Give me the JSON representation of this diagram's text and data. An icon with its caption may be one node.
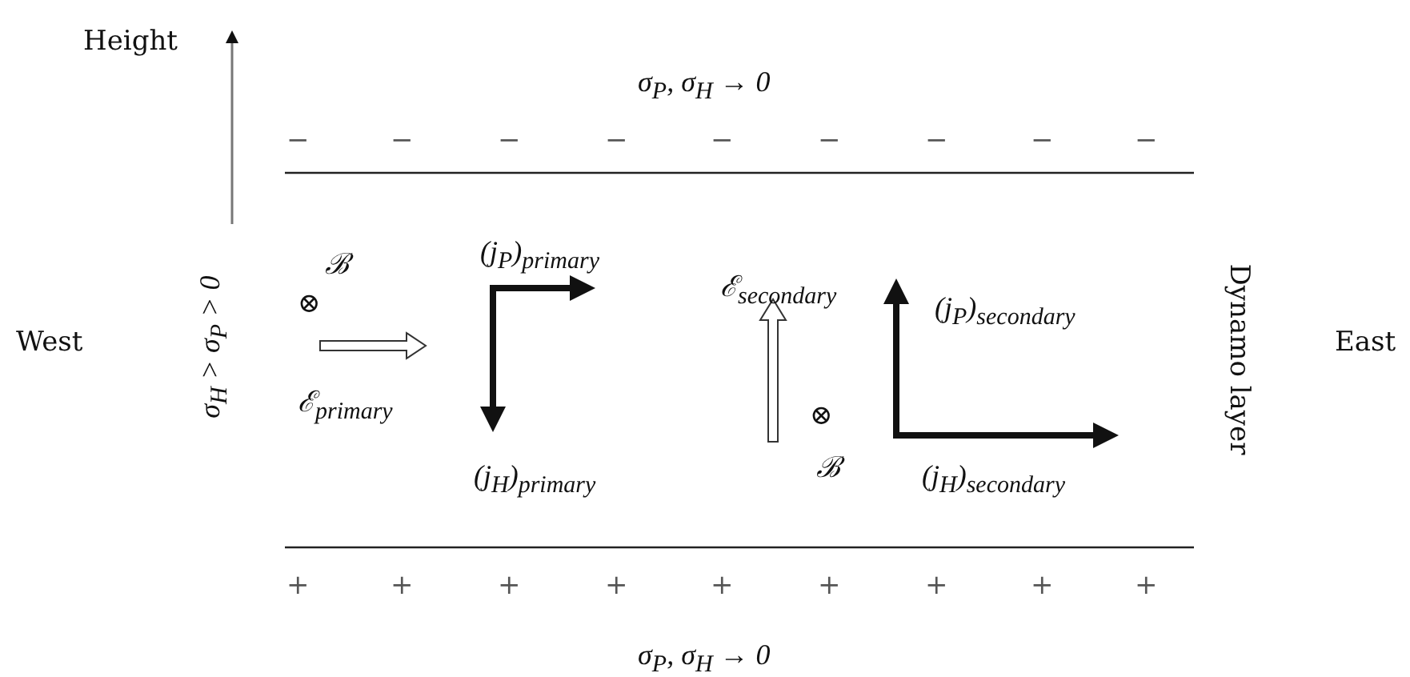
{
  "diagram": {
    "labels": [
      "Height",
      "σ$_{P}$, σ$_{H}$ → 0",
      "−",
      "−",
      "−",
      "−",
      "−",
      "−",
      "−",
      "−",
      "−",
      "σ$_{H}$ > σ$_{P}$ > 0",
      "ℬ",
      "⊗",
      "(j$_{P}$)$_{primary}$",
      "ℰ$_{secondary}$",
      "West",
      "(j$_{P}$)$_{secondary}$",
      "Dynamo layer",
      "East",
      "ℰ$_{primary}$",
      "⊗",
      "(j$_{H}$)$_{primary}$",
      "ℬ",
      "(j$_{H}$)$_{secondary}$",
      "+",
      "+",
      "+",
      "+",
      "+",
      "+",
      "+",
      "+",
      "+",
      "σ$_{P}$, σ$_{H}$ → 0"
    ]
  }
}
